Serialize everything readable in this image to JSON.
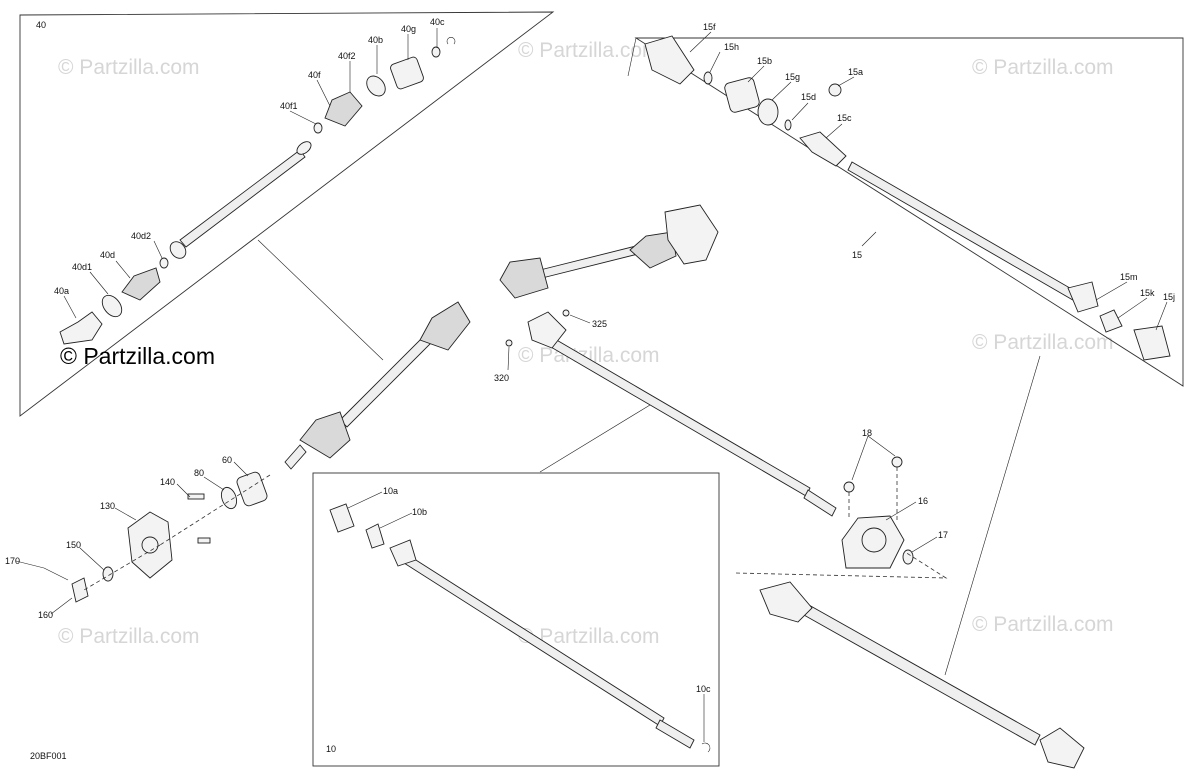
{
  "brand_overlay": "© Partzilla.com",
  "watermarks": [
    "© Partzilla.com",
    "© Partzilla.com",
    "© Partzilla.com",
    "© Partzilla.com",
    "© Partzilla.com",
    "© Partzilla.com",
    "© Partzilla.com",
    "© Partzilla.com"
  ],
  "diagram_code": "20BF001",
  "group_labels": {
    "front_axle_group": "40",
    "rear_shaft_group": "10"
  },
  "callouts": {
    "p40c": "40c",
    "p40g": "40g",
    "p40b": "40b",
    "p40f2": "40f2",
    "p40f": "40f",
    "p40f1": "40f1",
    "p40d2": "40d2",
    "p40d": "40d",
    "p40d1": "40d1",
    "p40a": "40a",
    "p15f": "15f",
    "p15h": "15h",
    "p15b": "15b",
    "p15g": "15g",
    "p15a": "15a",
    "p15d": "15d",
    "p15c": "15c",
    "p15": "15",
    "p15m": "15m",
    "p15k": "15k",
    "p15j": "15j",
    "p325": "325",
    "p320": "320",
    "p140": "140",
    "p80": "80",
    "p60": "60",
    "p130": "130",
    "p170": "170",
    "p150": "150",
    "p160": "160",
    "p10a": "10a",
    "p10b": "10b",
    "p10c": "10c",
    "p18": "18",
    "p16": "16",
    "p17": "17"
  }
}
